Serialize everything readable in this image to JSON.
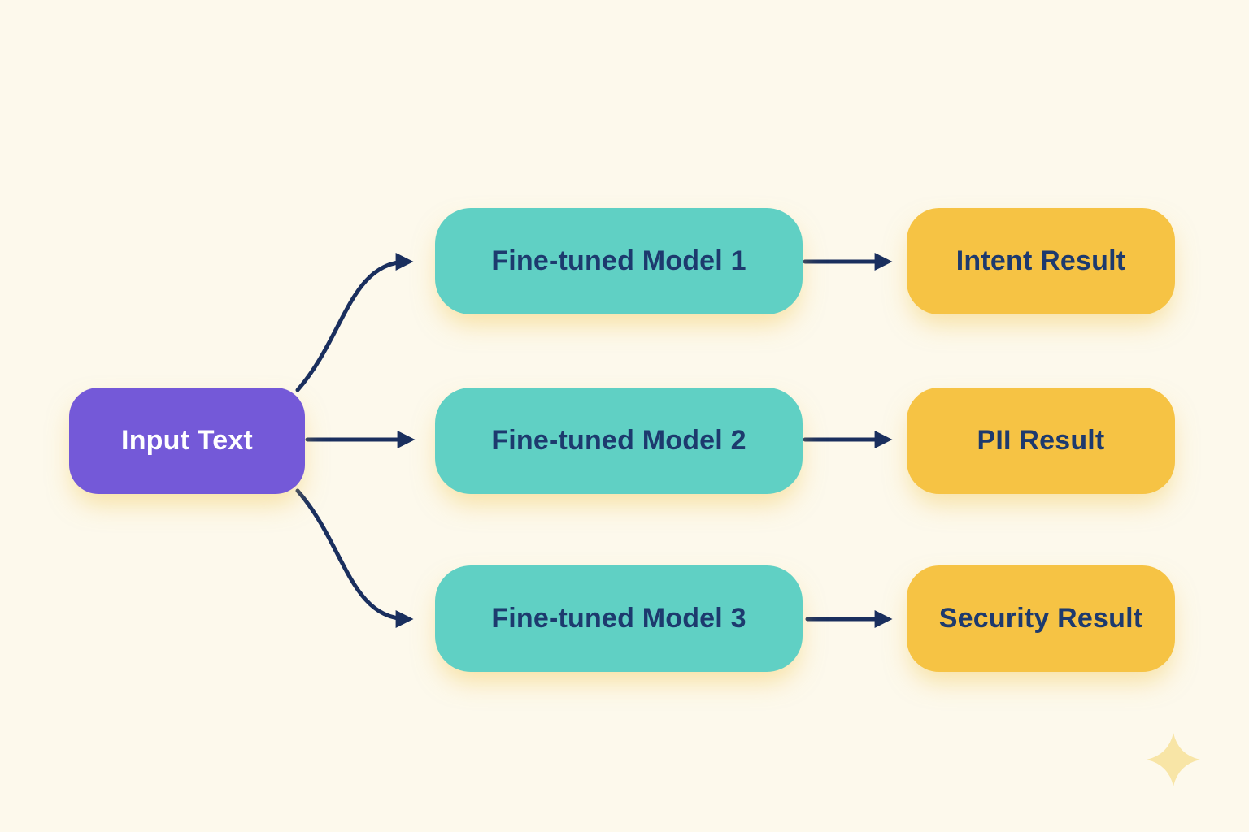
{
  "diagram": {
    "input_node": {
      "label": "Input Text"
    },
    "models": [
      {
        "label": "Fine-tuned Model 1"
      },
      {
        "label": "Fine-tuned Model 2"
      },
      {
        "label": "Fine-tuned Model 3"
      }
    ],
    "results": [
      {
        "label": "Intent Result"
      },
      {
        "label": "PII Result"
      },
      {
        "label": "Security Result"
      }
    ],
    "edges": [
      {
        "from": "Input Text",
        "to": "Fine-tuned Model 1"
      },
      {
        "from": "Input Text",
        "to": "Fine-tuned Model 2"
      },
      {
        "from": "Input Text",
        "to": "Fine-tuned Model 3"
      },
      {
        "from": "Fine-tuned Model 1",
        "to": "Intent Result"
      },
      {
        "from": "Fine-tuned Model 2",
        "to": "PII Result"
      },
      {
        "from": "Fine-tuned Model 3",
        "to": "Security Result"
      }
    ],
    "colors": {
      "bg": "#fdf9ec",
      "purple": "#7459d8",
      "teal": "#60d0c4",
      "yellow": "#f6c344",
      "navy": "#1d3a6e",
      "arrow": "#1a2f5e",
      "sparkle": "#f8e5a6"
    }
  }
}
